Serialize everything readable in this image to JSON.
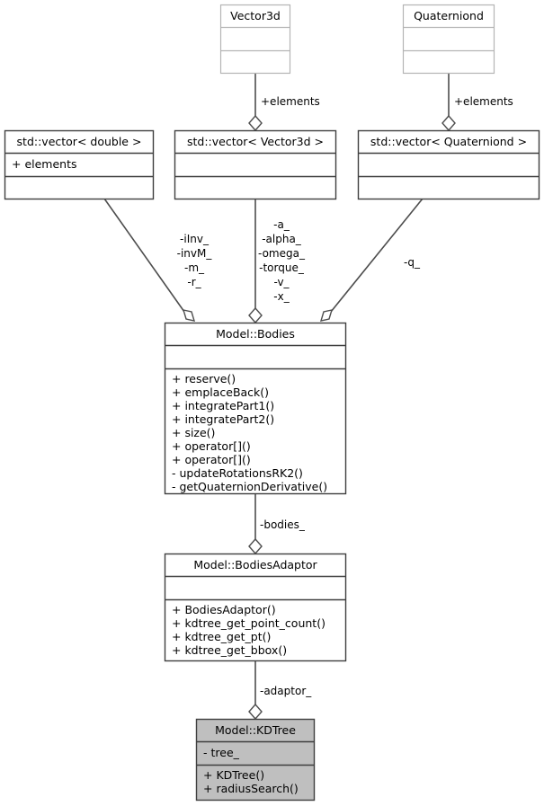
{
  "diagram": {
    "type": "uml-class-diagram",
    "title": "Model::KDTree collaboration diagram",
    "colors": {
      "background": "#ffffff",
      "highlight_fill": "#bfbfbf",
      "box_border": "#3f3f3f",
      "external_border": "#b4b4b4",
      "link": "#4d4d4d",
      "text": "#000000"
    }
  },
  "classes": [
    {
      "id": "vector3d",
      "name": "Vector3d",
      "external": true,
      "highlighted": false,
      "attributes": [],
      "methods": []
    },
    {
      "id": "quaterniond",
      "name": "Quaterniond",
      "external": true,
      "highlighted": false,
      "attributes": [],
      "methods": []
    },
    {
      "id": "vec-double",
      "name": "std::vector< double >",
      "external": false,
      "highlighted": false,
      "attributes": [
        "+ elements"
      ],
      "methods": []
    },
    {
      "id": "vec-vector3d",
      "name": "std::vector< Vector3d >",
      "external": false,
      "highlighted": false,
      "attributes": [],
      "methods": []
    },
    {
      "id": "vec-quaterniond",
      "name": "std::vector< Quaterniond >",
      "external": false,
      "highlighted": false,
      "attributes": [],
      "methods": []
    },
    {
      "id": "bodies",
      "name": "Model::Bodies",
      "external": false,
      "highlighted": false,
      "attributes": [],
      "methods": [
        "+ reserve()",
        "+ emplaceBack()",
        "+ integratePart1()",
        "+ integratePart2()",
        "+ size()",
        "+ operator[]()",
        "+ operator[]()",
        "- updateRotationsRK2()",
        "- getQuaternionDerivative()"
      ]
    },
    {
      "id": "bodies-adaptor",
      "name": "Model::BodiesAdaptor",
      "external": false,
      "highlighted": false,
      "attributes": [],
      "methods": [
        "+ BodiesAdaptor()",
        "+ kdtree_get_point_count()",
        "+ kdtree_get_pt()",
        "+ kdtree_get_bbox()"
      ]
    },
    {
      "id": "kdtree",
      "name": "Model::KDTree",
      "external": false,
      "highlighted": true,
      "attributes": [
        "- tree_"
      ],
      "methods": [
        "+ KDTree()",
        "+ radiusSearch()"
      ]
    }
  ],
  "edges": [
    {
      "id": "e1",
      "from": "vector3d",
      "to": "vec-vector3d",
      "label": "+elements",
      "kind": "aggregation"
    },
    {
      "id": "e2",
      "from": "quaterniond",
      "to": "vec-quaterniond",
      "label": "+elements",
      "kind": "aggregation"
    },
    {
      "id": "e3",
      "from": "vec-double",
      "to": "bodies",
      "label": "-iInv_\n-invM_\n-m_\n-r_",
      "kind": "aggregation"
    },
    {
      "id": "e4",
      "from": "vec-vector3d",
      "to": "bodies",
      "label": "-a_\n-alpha_\n-omega_\n-torque_\n-v_\n-x_",
      "kind": "aggregation"
    },
    {
      "id": "e5",
      "from": "vec-quaterniond",
      "to": "bodies",
      "label": "-q_",
      "kind": "aggregation"
    },
    {
      "id": "e6",
      "from": "bodies",
      "to": "bodies-adaptor",
      "label": "-bodies_",
      "kind": "aggregation"
    },
    {
      "id": "e7",
      "from": "bodies-adaptor",
      "to": "kdtree",
      "label": "-adaptor_",
      "kind": "aggregation"
    }
  ],
  "edge_labels": {
    "elements_left": "+elements",
    "elements_right": "+elements",
    "iinv": "-iInv_",
    "invm": "-invM_",
    "m": "-m_",
    "r": "-r_",
    "a": "-a_",
    "alpha": "-alpha_",
    "omega": "-omega_",
    "torque": "-torque_",
    "v": "-v_",
    "x": "-x_",
    "q": "-q_",
    "bodies": "-bodies_",
    "adaptor": "-adaptor_"
  }
}
